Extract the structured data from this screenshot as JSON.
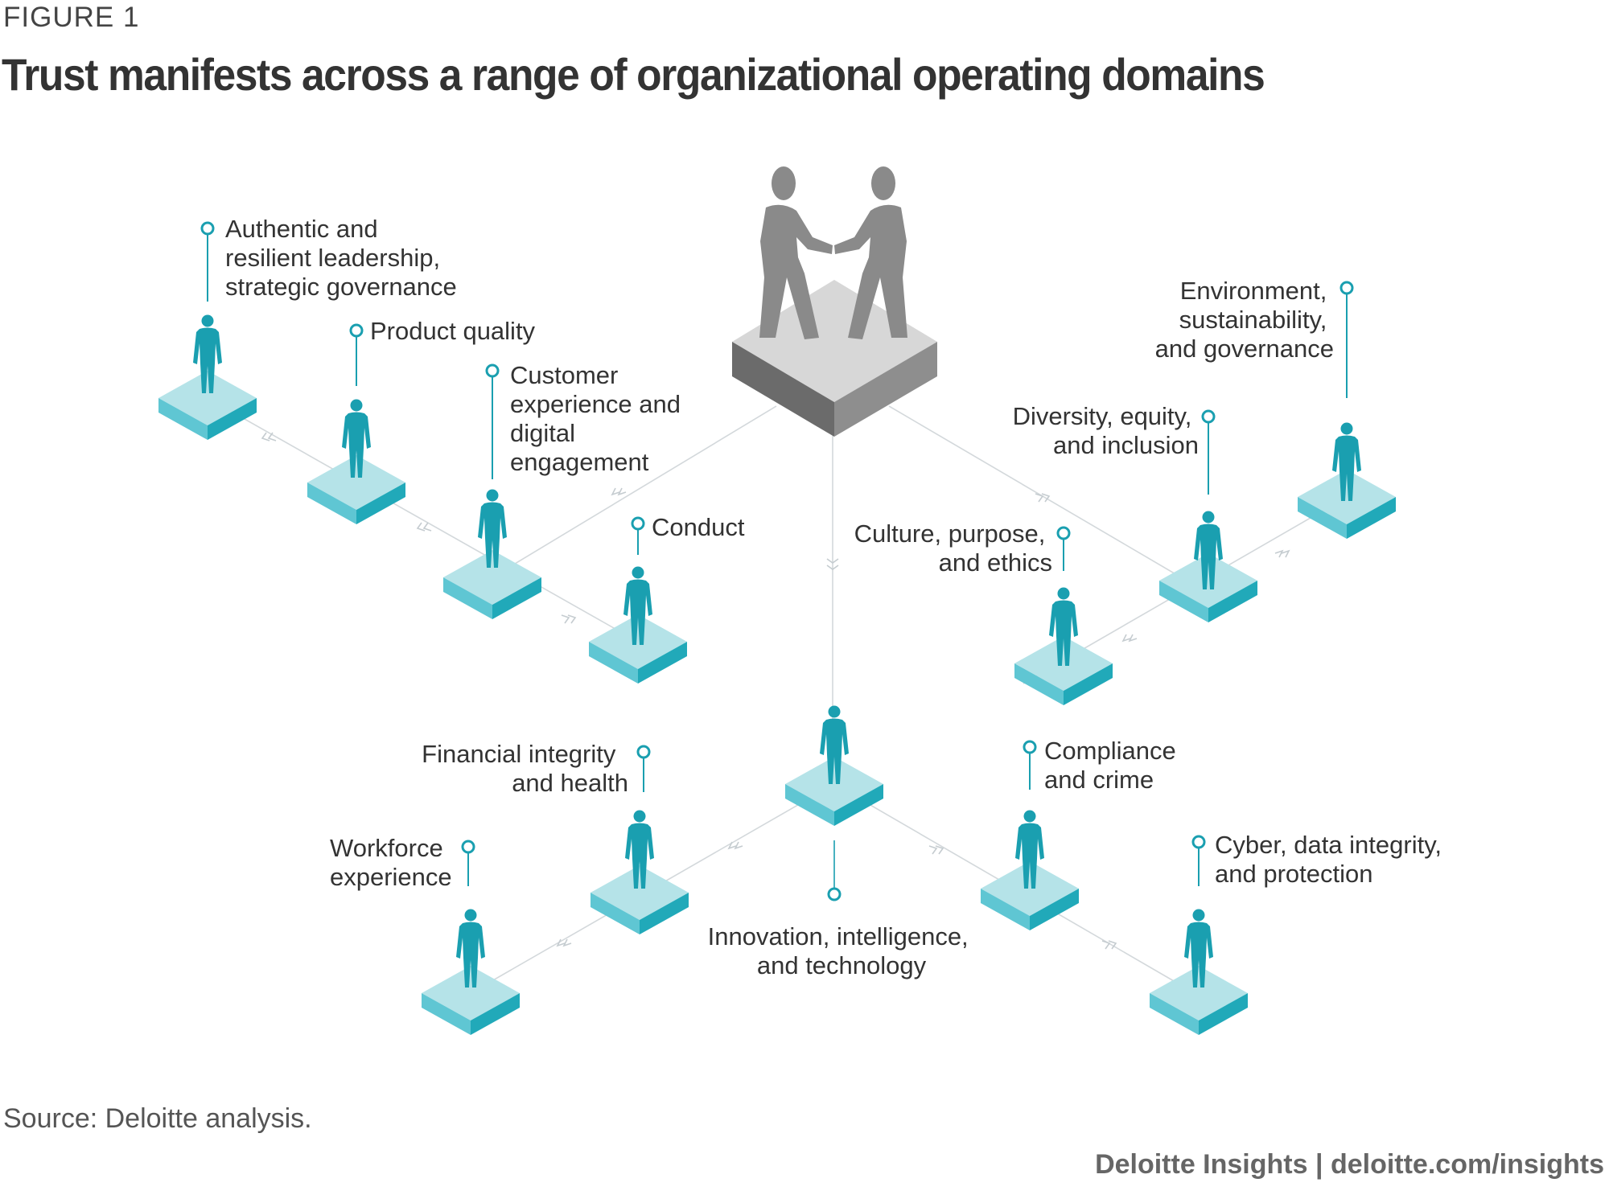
{
  "figure_label": "FIGURE 1",
  "title": "Trust manifests across a range of organizational operating domains",
  "center": {
    "name": "handshake-on-pedestal"
  },
  "domains": [
    {
      "id": "leadership",
      "lines": [
        "Authentic and",
        "resilient leadership,",
        "strategic governance"
      ]
    },
    {
      "id": "product",
      "lines": [
        "Product quality"
      ]
    },
    {
      "id": "customer",
      "lines": [
        "Customer",
        "experience and",
        "digital",
        "engagement"
      ]
    },
    {
      "id": "conduct",
      "lines": [
        "Conduct"
      ]
    },
    {
      "id": "environment",
      "lines": [
        "Environment,",
        "sustainability,",
        "and governance"
      ]
    },
    {
      "id": "diversity",
      "lines": [
        "Diversity, equity,",
        "and inclusion"
      ]
    },
    {
      "id": "culture",
      "lines": [
        "Culture, purpose,",
        "and ethics"
      ]
    },
    {
      "id": "financial",
      "lines": [
        "Financial integrity",
        "and health"
      ]
    },
    {
      "id": "workforce",
      "lines": [
        "Workforce",
        "experience"
      ]
    },
    {
      "id": "innovation",
      "lines": [
        "Innovation, intelligence,",
        "and technology"
      ]
    },
    {
      "id": "compliance",
      "lines": [
        "Compliance",
        "and crime"
      ]
    },
    {
      "id": "cyber",
      "lines": [
        "Cyber, data integrity,",
        "and protection"
      ]
    }
  ],
  "colors": {
    "accent": "#1a9fb0",
    "platform_top": "#b5e3e8",
    "platform_front": "#5fc6d3",
    "platform_side": "#21a9b9",
    "center_gray": "#8a8a8a",
    "line": "#cfd5d8"
  },
  "source": "Source: Deloitte analysis.",
  "footer": {
    "brand": "Deloitte Insights",
    "separator": "|",
    "url": "deloitte.com/insights"
  }
}
